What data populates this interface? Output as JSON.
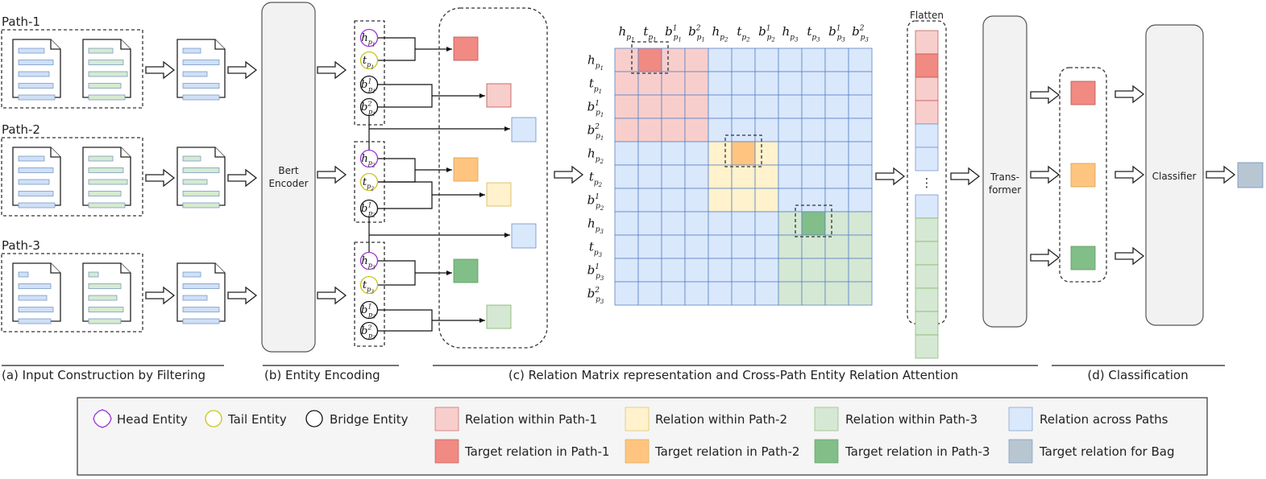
{
  "inputs": {
    "paths": [
      "Path-1",
      "Path-2",
      "Path-3"
    ],
    "caption": "(a) Input Construction by Filtering"
  },
  "encoder": {
    "label_line1": "Bert",
    "label_line2": "Encoder",
    "caption": "(b) Entity Encoding"
  },
  "entities": [
    [
      {
        "kind": "head",
        "base": "h",
        "sup": "",
        "sub": "p",
        "subsub": "1"
      },
      {
        "kind": "tail",
        "base": "t",
        "sup": "",
        "sub": "p",
        "subsub": "1"
      },
      {
        "kind": "bridge",
        "base": "b",
        "sup": "1",
        "sub": "p",
        "subsub": "1"
      },
      {
        "kind": "bridge",
        "base": "b",
        "sup": "2",
        "sub": "p",
        "subsub": "1"
      }
    ],
    [
      {
        "kind": "head",
        "base": "h",
        "sup": "",
        "sub": "p",
        "subsub": "2"
      },
      {
        "kind": "tail",
        "base": "t",
        "sup": "",
        "sub": "p",
        "subsub": "2"
      },
      {
        "kind": "bridge",
        "base": "b",
        "sup": "1",
        "sub": "p",
        "subsub": "2"
      }
    ],
    [
      {
        "kind": "head",
        "base": "h",
        "sup": "",
        "sub": "p",
        "subsub": "3"
      },
      {
        "kind": "tail",
        "base": "t",
        "sup": "",
        "sub": "p",
        "subsub": "3"
      },
      {
        "kind": "bridge",
        "base": "b",
        "sup": "1",
        "sub": "p",
        "subsub": "3"
      },
      {
        "kind": "bridge",
        "base": "b",
        "sup": "2",
        "sub": "p",
        "subsub": "3"
      }
    ]
  ],
  "matrix": {
    "labels": [
      {
        "base": "h",
        "sup": "",
        "subsub": "1"
      },
      {
        "base": "t",
        "sup": "",
        "subsub": "1"
      },
      {
        "base": "b",
        "sup": "1",
        "subsub": "1"
      },
      {
        "base": "b",
        "sup": "2",
        "subsub": "1"
      },
      {
        "base": "h",
        "sup": "",
        "subsub": "2"
      },
      {
        "base": "t",
        "sup": "",
        "subsub": "2"
      },
      {
        "base": "b",
        "sup": "1",
        "subsub": "2"
      },
      {
        "base": "h",
        "sup": "",
        "subsub": "3"
      },
      {
        "base": "t",
        "sup": "",
        "subsub": "3"
      },
      {
        "base": "b",
        "sup": "1",
        "subsub": "3"
      },
      {
        "base": "b",
        "sup": "2",
        "subsub": "3"
      }
    ],
    "groups": [
      [
        0,
        4
      ],
      [
        4,
        7
      ],
      [
        7,
        11
      ]
    ],
    "targets": [
      [
        0,
        1
      ],
      [
        4,
        5
      ],
      [
        7,
        8
      ]
    ],
    "caption": "(c) Relation Matrix representation and Cross-Path Entity Relation Attention"
  },
  "flatten": {
    "label": "Flatten",
    "ellipsis": "⋮",
    "cells": [
      "p1",
      "p1t",
      "p1",
      "p1",
      "cross",
      "cross",
      "gap",
      "cross",
      "p3",
      "p3",
      "p3",
      "p3",
      "p3",
      "p3"
    ]
  },
  "transformer": {
    "label_line1": "Trans-",
    "label_line2": "former"
  },
  "classifier": {
    "label": "Classifier",
    "caption": "(d) Classification"
  },
  "colors": {
    "path1": "#f8cecc",
    "path1_target": "#f08a82",
    "path2": "#fff2cc",
    "path2_target": "#ffc580",
    "path3": "#d5e8d4",
    "path3_target": "#82be88",
    "cross": "#dae8fc",
    "bag_target": "#b7c6d1",
    "head_ring": "#9b30d9",
    "tail_ring": "#c8c21a",
    "bridge_ring": "#111111",
    "doc_blue": "#cfe0f7",
    "doc_green": "#d5ebd0"
  },
  "legend": {
    "head": "Head Entity",
    "tail": "Tail Entity",
    "bridge": "Bridge Entity",
    "rel1": "Relation within Path-1",
    "rel2": "Relation within Path-2",
    "rel3": "Relation within Path-3",
    "across": "Relation across Paths",
    "tgt1": "Target relation in Path-1",
    "tgt2": "Target relation in Path-2",
    "tgt3": "Target relation in Path-3",
    "bag": "Target relation for Bag"
  }
}
